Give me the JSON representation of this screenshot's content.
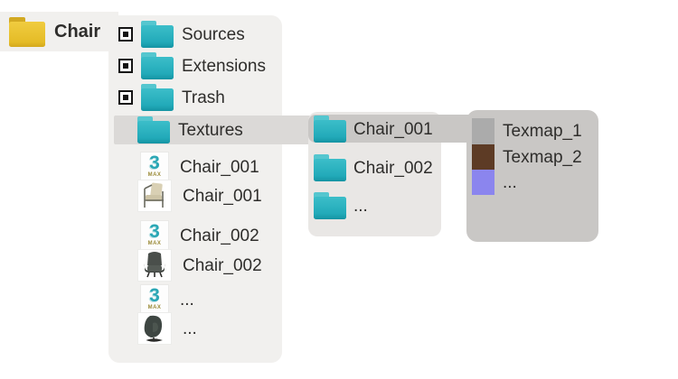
{
  "root": {
    "label": "Chair"
  },
  "project_panel": {
    "checked_folders": [
      {
        "label": "Sources"
      },
      {
        "label": "Extensions"
      },
      {
        "label": "Trash"
      }
    ],
    "selected_folder": {
      "label": "Textures"
    },
    "files": [
      {
        "label": "Chair_001",
        "kind": "max-scene-file"
      },
      {
        "label": "Chair_001",
        "kind": "preview-image"
      },
      {
        "label": "Chair_002",
        "kind": "max-scene-file"
      },
      {
        "label": "Chair_002",
        "kind": "preview-image"
      },
      {
        "label": "...",
        "kind": "max-scene-file"
      },
      {
        "label": "...",
        "kind": "preview-image"
      }
    ]
  },
  "textures_panel": {
    "folders": [
      {
        "label": "Chair_001",
        "selected": true
      },
      {
        "label": "Chair_002",
        "selected": false
      },
      {
        "label": "...",
        "selected": false
      }
    ]
  },
  "texmaps_panel": {
    "items": [
      {
        "label": "Texmap_1",
        "swatch_color": "#ababab"
      },
      {
        "label": "Texmap_2",
        "swatch_color": "#5d3b25"
      },
      {
        "label": "...",
        "swatch_color": "#8b85ee"
      }
    ]
  },
  "icons": {
    "max_glyph": "3",
    "max_sub": "MAX"
  },
  "colors": {
    "folder_teal": "#28b2c0",
    "folder_yellow": "#eac733",
    "panel_light": "#f1f0ee",
    "panel_mid": "#e9e7e5",
    "panel_dark": "#c9c7c5",
    "selection_light": "#dbd9d7"
  }
}
